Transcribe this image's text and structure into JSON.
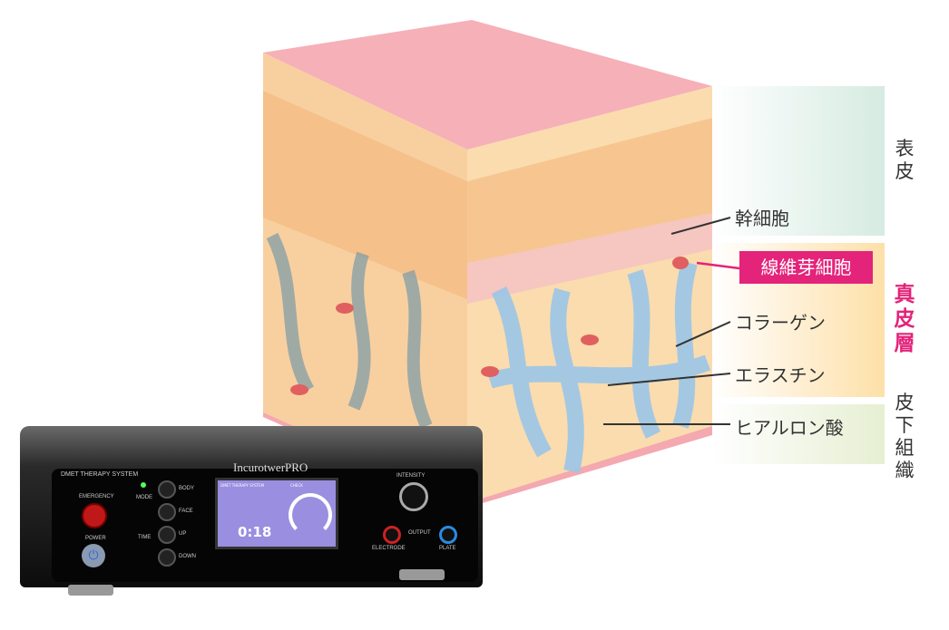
{
  "layers": {
    "epidermis": "表皮",
    "dermis": "真皮層",
    "subcutaneous": "皮下組織"
  },
  "labels": {
    "stem_cell": "幹細胞",
    "fibroblast": "線維芽細胞",
    "collagen": "コラーゲン",
    "elastin": "エラスチン",
    "hyaluronic_acid": "ヒアルロン酸"
  },
  "device": {
    "logo": "IncurotwerPRO",
    "system": "DMET THERAPY SYSTEM",
    "emergency": "EMERGENCY",
    "power": "POWER",
    "mode": "MODE",
    "time": "TIME",
    "body": "BODY",
    "face": "FACE",
    "up": "UP",
    "down": "DOWN",
    "intensity": "INTENSITY",
    "output": "OUTPUT",
    "electrode": "ELECTRODE",
    "plate": "PLATE",
    "screen_time": "0:18",
    "screen_title": "DMET THERAPY SYSTEM",
    "screen_check": "CHECK"
  },
  "colors": {
    "accent": "#e4237a"
  }
}
